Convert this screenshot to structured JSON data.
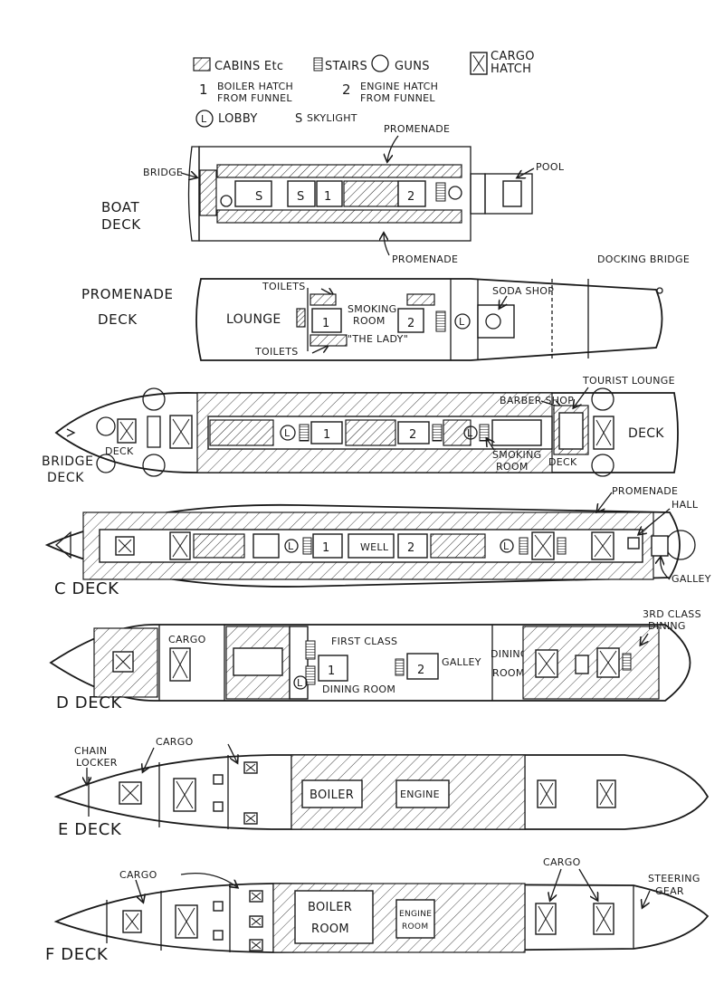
{
  "legend": {
    "cabins": "CABINS Etc",
    "stairs": "STAIRS",
    "guns": "GUNS",
    "cargo_hatch_1": "CARGO",
    "cargo_hatch_2": "HATCH",
    "boiler_num": "1",
    "boiler_1": "BOILER HATCH",
    "boiler_2": "FROM FUNNEL",
    "engine_num": "2",
    "engine_1": "ENGINE HATCH",
    "engine_2": "FROM FUNNEL",
    "lobby": "LOBBY",
    "lobby_symbol": "L",
    "skylight": "SKYLIGHT",
    "skylight_symbol": "S"
  },
  "boat_deck": {
    "title_1": "BOAT",
    "title_2": "DECK",
    "promenade_top": "PROMENADE",
    "promenade_bottom": "PROMENADE",
    "bridge": "BRIDGE",
    "pool": "POOL",
    "marks": [
      "S",
      "S",
      "1",
      "2"
    ]
  },
  "promenade_deck": {
    "title_1": "PROMENADE",
    "title_2": "DECK",
    "toilets_top": "TOILETS",
    "toilets_bottom": "TOILETS",
    "lounge": "LOUNGE",
    "smoking_1": "SMOKING",
    "smoking_2": "ROOM",
    "the_lady": "\"THE LADY\"",
    "soda_shop": "SODA SHOP",
    "docking_bridge": "DOCKING BRIDGE",
    "marks": [
      "1",
      "2",
      "L"
    ]
  },
  "bridge_deck": {
    "title_1": "BRIDGE",
    "title_2": "DECK",
    "deck_fwd": "DECK",
    "deck_aft": "DECK",
    "deck_stern": "DECK",
    "barber_shop": "BARBER SHOP",
    "smoking_1": "SMOKING",
    "smoking_2": "ROOM",
    "tourist_lounge": "TOURIST LOUNGE",
    "marks": [
      "L",
      "1",
      "2",
      "L"
    ]
  },
  "c_deck": {
    "title": "C DECK",
    "promenade": "PROMENADE",
    "hall": "HALL",
    "galley": "GALLEY",
    "well": "WELL",
    "marks": [
      "L",
      "1",
      "2",
      "L"
    ]
  },
  "d_deck": {
    "title": "D DECK",
    "cargo": "CARGO",
    "first_class": "FIRST CLASS",
    "dining_room": "DINING ROOM",
    "galley": "GALLEY",
    "dining_1": "DINING",
    "dining_2": "ROOM",
    "third_class_1": "3RD CLASS",
    "third_class_2": "DINING",
    "marks": [
      "1",
      "2",
      "L"
    ]
  },
  "e_deck": {
    "title": "E DECK",
    "chain_1": "CHAIN",
    "chain_2": "LOCKER",
    "cargo": "CARGO",
    "boiler": "BOILER",
    "engine": "ENGINE"
  },
  "f_deck": {
    "title": "F DECK",
    "cargo_fwd": "CARGO",
    "cargo_aft": "CARGO",
    "boiler_1": "BOILER",
    "boiler_2": "ROOM",
    "engine_1": "ENGINE",
    "engine_2": "ROOM",
    "steering_1": "STEERING",
    "steering_2": "GEAR"
  }
}
